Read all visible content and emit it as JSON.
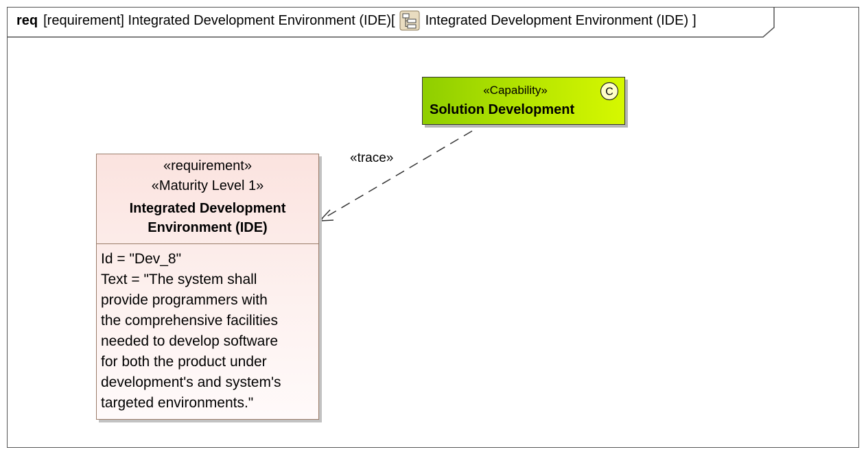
{
  "frame": {
    "keyword": "req",
    "title_before_icon": "[requirement] Integrated Development Environment (IDE)[",
    "title_after_icon": "Integrated Development Environment (IDE)",
    "closing": "]",
    "icon": "package-diagram-icon"
  },
  "capability": {
    "stereotype": "«Capability»",
    "name": "Solution Development",
    "icon": "capability-c-icon",
    "fill_from": "#8fce00",
    "fill_to": "#d6f800"
  },
  "requirement": {
    "stereotypes": [
      "«requirement»",
      "«Maturity Level 1»"
    ],
    "title_lines": [
      "Integrated Development",
      "Environment (IDE)"
    ],
    "properties": [
      "Id = \"Dev_8\"",
      "Text = \"The system shall",
      "provide programmers with",
      "the comprehensive facilities",
      "needed to develop software",
      "for both the product under",
      "development's and system's",
      "targeted environments.\""
    ],
    "fill_top": "#fbe3df"
  },
  "relationship": {
    "label": "«trace»",
    "style": "dashed",
    "arrowhead": "open"
  }
}
